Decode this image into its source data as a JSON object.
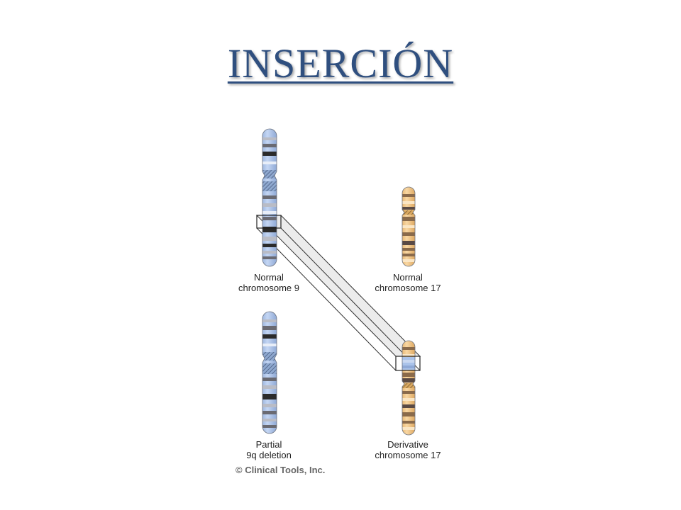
{
  "title": "INSERCIÓN",
  "colors": {
    "title": "#2f4f7f",
    "chr9": "#aac3ea",
    "chr17": "#f0c689"
  },
  "labels": {
    "normal9": [
      "Normal",
      "chromosome 9"
    ],
    "normal17": [
      "Normal",
      "chromosome 17"
    ],
    "partial9q": [
      "Partial",
      "9q deletion"
    ],
    "derivative17": [
      "Derivative",
      "chromosome 17"
    ]
  },
  "copyright": "© Clinical Tools, Inc."
}
